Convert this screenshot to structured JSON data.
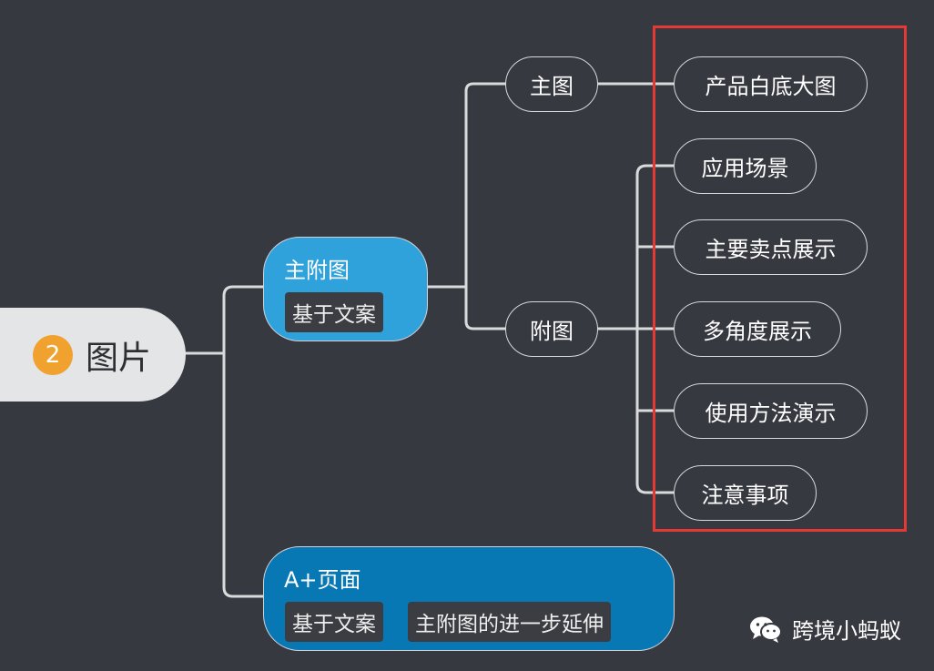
{
  "central": {
    "number": "2",
    "label": "图片"
  },
  "branch_main": {
    "title": "主附图",
    "tag": "基于文案",
    "children": [
      {
        "label": "主图",
        "children": [
          "产品白底大图"
        ]
      },
      {
        "label": "附图",
        "children": [
          "应用场景",
          "主要卖点展示",
          "多角度展示",
          "使用方法演示",
          "注意事项"
        ]
      }
    ]
  },
  "branch_aplus": {
    "title": "A+页面",
    "tags": [
      "基于文案",
      "主附图的进一步延伸"
    ]
  },
  "highlight_color": "#e53935",
  "watermark": {
    "icon": "wechat-icon",
    "text": "跨境小蚂蚁"
  }
}
